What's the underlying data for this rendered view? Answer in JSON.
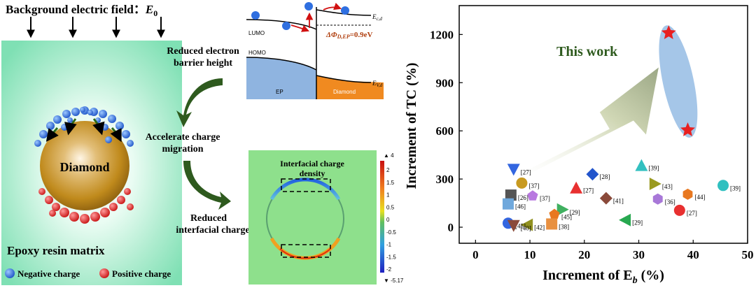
{
  "left_panel": {
    "field_label": "Background electric field：",
    "field_symbol": "E",
    "field_subscript": "0",
    "particle_label": "Diamond",
    "matrix_label": "Epoxy resin matrix",
    "legend_negative": "Negative charge",
    "legend_positive": "Positive charge",
    "negative_color": "#2f6fe0",
    "positive_color": "#e02424"
  },
  "middle": {
    "step1_line1": "Reduced electron",
    "step1_line2": "barrier height",
    "step2_line1": "Accelerate charge",
    "step2_line2": "migration",
    "step3_line1": "Reduced",
    "step3_line2": "interfacial charge"
  },
  "band_diagram": {
    "lumo": "LUMO",
    "homo": "HOMO",
    "ep": "EP",
    "diamond": "Diamond",
    "ec": "E",
    "ec_sub": "c,d",
    "ev": "E",
    "ev_sub": "V,d",
    "barrier": "ΔΦ",
    "barrier_sub": "D,EP",
    "barrier_value": "=0.9eV"
  },
  "density_map": {
    "title_line1": "Interfacial charge",
    "title_line2": "density",
    "colorbar_max": "4",
    "colorbar_min": "-5.17",
    "colorbar_ticks": [
      "2",
      "1.5",
      "1",
      "0.5",
      "0",
      "-0.5",
      "-1",
      "-1.5",
      "-2"
    ]
  },
  "chart_data": {
    "type": "scatter",
    "xlabel": "Increment of E",
    "xlabel_sub": "b",
    "xlabel_unit": " (%)",
    "ylabel": "Increment of TC (%)",
    "xlim": [
      -3,
      50
    ],
    "ylim": [
      -100,
      1380
    ],
    "xticks": [
      0,
      10,
      20,
      30,
      40,
      50
    ],
    "yticks": [
      0,
      300,
      600,
      900,
      1200
    ],
    "annotation": "This work",
    "points": [
      {
        "x": 35.5,
        "y": 1210,
        "label": "",
        "color": "#e82020",
        "shape": "star"
      },
      {
        "x": 39,
        "y": 605,
        "label": "",
        "color": "#e82020",
        "shape": "star"
      },
      {
        "x": 7,
        "y": 360,
        "label": "[27]",
        "color": "#3366e0",
        "shape": "tri-down"
      },
      {
        "x": 8.5,
        "y": 275,
        "label": "[37]",
        "color": "#c89a20",
        "shape": "circle"
      },
      {
        "x": 10.5,
        "y": 195,
        "label": "[37]",
        "color": "#b878e0",
        "shape": "pentagon"
      },
      {
        "x": 6.5,
        "y": 200,
        "label": "[26]",
        "color": "#555555",
        "shape": "square"
      },
      {
        "x": 6,
        "y": 145,
        "label": "[46]",
        "color": "#6fa8dc",
        "shape": "square"
      },
      {
        "x": 18.5,
        "y": 245,
        "label": "[27]",
        "color": "#e83030",
        "shape": "tri-up"
      },
      {
        "x": 21.5,
        "y": 330,
        "label": "[28]",
        "color": "#2255cc",
        "shape": "diamond"
      },
      {
        "x": 30.5,
        "y": 385,
        "label": "[39]",
        "color": "#33c0c0",
        "shape": "tri-up"
      },
      {
        "x": 33,
        "y": 270,
        "label": "[43]",
        "color": "#9a9a20",
        "shape": "tri-right"
      },
      {
        "x": 24,
        "y": 180,
        "label": "[41]",
        "color": "#8a4a3a",
        "shape": "diamond"
      },
      {
        "x": 33.5,
        "y": 175,
        "label": "[36]",
        "color": "#a878d8",
        "shape": "hexagon"
      },
      {
        "x": 39,
        "y": 205,
        "label": "[44]",
        "color": "#e87820",
        "shape": "hexagon"
      },
      {
        "x": 45.5,
        "y": 260,
        "label": "[39]",
        "color": "#30c0c0",
        "shape": "circle"
      },
      {
        "x": 37.5,
        "y": 105,
        "label": "[27]",
        "color": "#e83030",
        "shape": "circle"
      },
      {
        "x": 27.5,
        "y": 45,
        "label": "[29]",
        "color": "#28a850",
        "shape": "tri-left"
      },
      {
        "x": 16,
        "y": 110,
        "label": "[29]",
        "color": "#40b060",
        "shape": "tri-right"
      },
      {
        "x": 14.5,
        "y": 80,
        "label": "[45]",
        "color": "#e87820",
        "shape": "pentagon"
      },
      {
        "x": 14,
        "y": 20,
        "label": "[38]",
        "color": "#e89040",
        "shape": "square"
      },
      {
        "x": 9.5,
        "y": 15,
        "label": "[42]",
        "color": "#909020",
        "shape": "tri-left"
      },
      {
        "x": 6,
        "y": 25,
        "label": "[45]",
        "color": "#3366e0",
        "shape": "circle"
      },
      {
        "x": 7,
        "y": 10,
        "label": "[40]",
        "color": "#8a4a3a",
        "shape": "tri-down"
      }
    ]
  }
}
